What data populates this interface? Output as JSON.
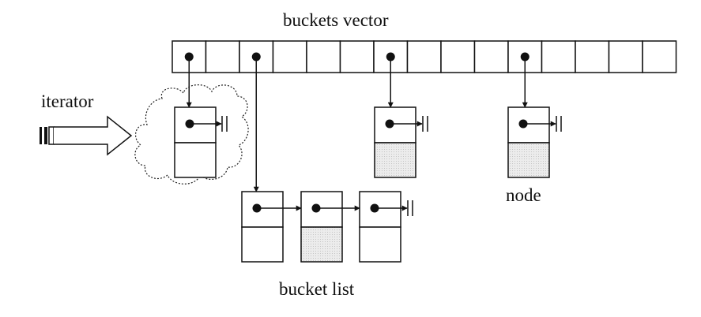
{
  "labels": {
    "buckets_vector": "buckets  vector",
    "iterator": "iterator",
    "node": "node",
    "bucket_list": "bucket list"
  },
  "buckets": {
    "count": 15,
    "occupied": [
      0,
      2,
      6,
      10
    ]
  },
  "colors": {
    "line": "#111111",
    "fill_shaded": "#e4e4e4",
    "fill_plain": "#ffffff"
  }
}
